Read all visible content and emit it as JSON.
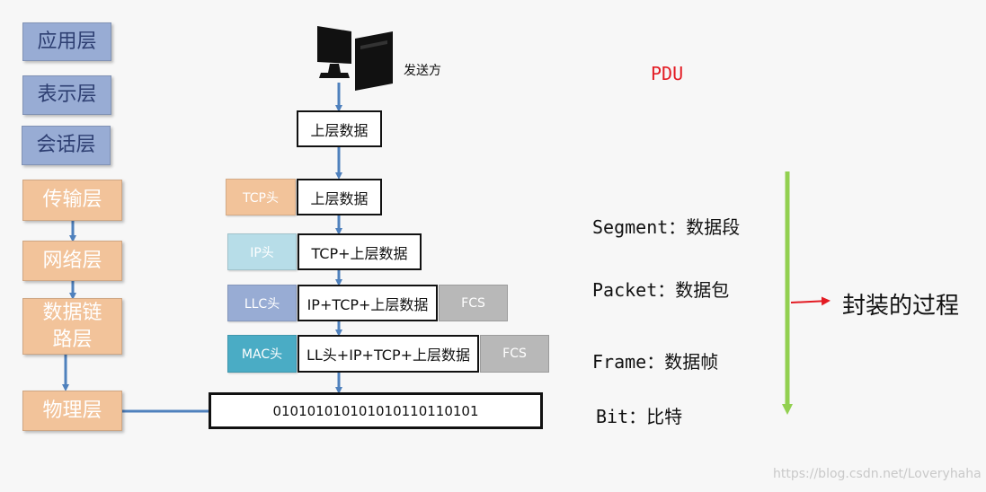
{
  "osi_layers": [
    {
      "label": "应用层",
      "color": "#98acd4"
    },
    {
      "label": "表示层",
      "color": "#98acd4"
    },
    {
      "label": "会话层",
      "color": "#98acd4"
    },
    {
      "label": "传输层",
      "color": "#f2c39a"
    },
    {
      "label": "网络层",
      "color": "#f2c39a"
    },
    {
      "label": "数据链路层",
      "color": "#f2c39a"
    },
    {
      "label": "物理层",
      "color": "#f2c39a"
    }
  ],
  "sender": {
    "icon": "computer-icon",
    "label": "发送方"
  },
  "encapsulation": {
    "data_top": "上层数据",
    "transport": {
      "header": "TCP头",
      "header_color": "#f2c39a",
      "data": "上层数据"
    },
    "network": {
      "header": "IP头",
      "header_color": "#b7dde8",
      "data": "TCP+上层数据"
    },
    "llc": {
      "header": "LLC头",
      "header_color": "#98acd4",
      "data": "IP+TCP+上层数据",
      "trailer": "FCS"
    },
    "mac": {
      "header": "MAC头",
      "header_color": "#4aacc5",
      "data": "LL头+IP+TCP+上层数据",
      "trailer": "FCS"
    },
    "bits": "010101010101010110110101"
  },
  "pdu": {
    "title": "PDU",
    "segment": "Segment：数据段",
    "packet": "Packet：数据包",
    "frame": "Frame：数据帧",
    "bit": "Bit：比特"
  },
  "encapsulation_label": "封装的过程",
  "colors": {
    "arrow_blue": "#4f81bd",
    "arrow_green": "#92d050",
    "arrow_red": "#e31b23"
  },
  "watermark": "https://blog.csdn.net/Loveryhaha"
}
